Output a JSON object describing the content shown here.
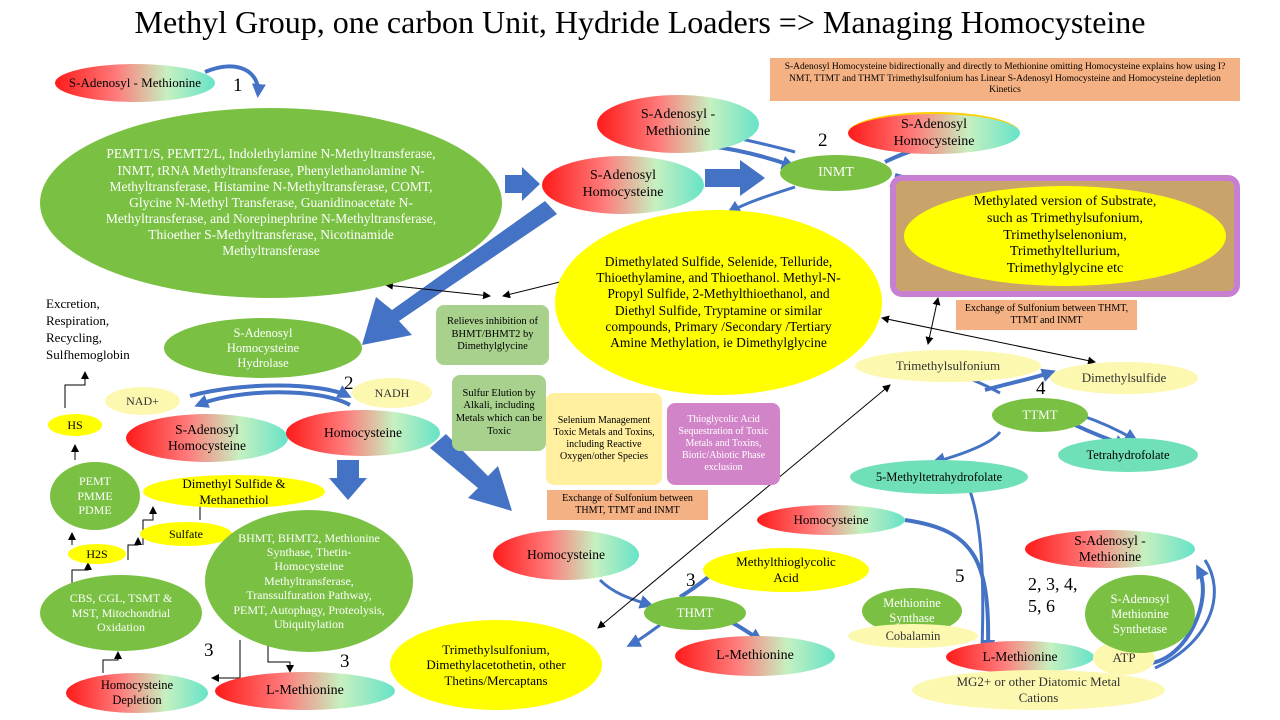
{
  "title": "Methyl Group, one carbon Unit, Hydride Loaders => Managing Homocysteine",
  "nodes": {
    "sam_top_left": "S-Adenosyl - Methionine",
    "enzymes_list": "PEMT1/S, PEMT2/L, Indolethylamine N-Methyltransferase, INMT, tRNA Methyltransferase, Phenylethanolamine N-Methyltransferase, Histamine N-Methyltransferase, COMT, Glycine N-Methyl Transferase, Guanidinoacetate N-Methyltransferase, and Norepinephrine N-Methyltransferase, Thioether S-Methyltransferase, Nicotinamide Methyltransferase",
    "sah_center": "S-Adenosyl Homocysteine",
    "sam_inmt": "S-Adenosyl - Methionine",
    "sah_inmt": "S-Adenosyl Homocysteine",
    "inmt": "INMT",
    "note_top_right": "S-Adenosyl Homocysteine bidirectionally  and directly to Methionine omitting Homocysteine explains how using I?NMT, TTMT and THMT Trimethylsulfonium has Linear S-Adenosyl Homocysteine and Homocysteine depletion Kinetics",
    "methylated_substrate": "Methylated version of Substrate, such as Trimethylsufonium, Trimethylselenonium, Trimethyltellurium, Trimethylglycine etc",
    "exchange_top": "Exchange of Sulfonium between THMT, TTMT and INMT",
    "dimethylated_sulfide": "Dimethylated Sulfide, Selenide, Telluride, Thioethylamine, and Thioethanol. Methyl-N-Propyl Sulfide, 2-Methylthioethanol, and Diethyl Sulfide, Tryptamine or similar compounds, Primary /Secondary /Tertiary Amine Methylation, ie Dimethylglycine",
    "relieves_inhibition": "Relieves inhibition of BHMT/BHMT2 by Dimethylglycine",
    "sulfur_elution": "Sulfur Elution by Alkali, including Metals which can be Toxic",
    "selenium_mgmt": "Selenium Management Toxic Metals and Toxins, including Reactive Oxygen/other Species",
    "thioglycolic": "Thioglycolic Acid Sequestration of Toxic Metals and Toxins, Biotic/Abiotic Phase exclusion",
    "exchange_mid": "Exchange of Sulfonium between THMT, TTMT and INMT",
    "excretion": "Excretion, Respiration, Recycling, Sulfhemoglobin",
    "sah_hydrolase": "S-Adenosyl Homocysteine Hydrolase",
    "nad": "NAD+",
    "nadh": "NADH",
    "sah_left": "S-Adenosyl Homocysteine",
    "homocysteine_left": "Homocysteine",
    "hs": "HS",
    "pemt_box": "PEMT PMME PDME",
    "dimethyl_sulfide": "Dimethyl Sulfide & Methanethiol",
    "h2s": "H2S",
    "sulfate": "Sulfate",
    "cbs": "CBS, CGL, TSMT & MST, Mitochondrial Oxidation",
    "bhmt": "BHMT, BHMT2, Methionine Synthase, Thetin-Homocysteine Methyltransferase, Transsulfuration Pathway, PEMT, Autophagy, Proteolysis, Ubiquitylation",
    "hcy_depletion": "Homocysteine Depletion",
    "l_methionine_bottom": "L-Methionine",
    "trimethylsulfonium_right": "Trimethylsulfonium",
    "dimethylsulfide_right": "Dimethylsulfide",
    "ttmt": "TTMT",
    "methyl_thf": "5-Methyltetrahydrofolate",
    "thf": "Tetrahydrofolate",
    "homocysteine_mid": "Homocysteine",
    "methylthioglycolic": "Methylthioglycolic Acid",
    "thmt": "THMT",
    "trimethylsulfonium_bottom": "Trimethylsulfonium, Dimethylacetothetin, other Thetins/Mercaptans",
    "l_methionine_mid": "L-Methionine",
    "homocysteine_right": "Homocysteine",
    "methionine_synthase": "Methionine Synthase",
    "cobalamin": "Cobalamin",
    "l_methionine_right": "L-Methionine",
    "atp": "ATP",
    "mg": "MG2+ or other Diatomic Metal Cations",
    "sam_right": "S-Adenosyl - Methionine",
    "sam_synthetase": "S-Adenosyl Methionine Synthetase"
  },
  "step_numbers": {
    "n1": "1",
    "n2_inmt": "2",
    "n2_left": "2",
    "n4": "4",
    "n3_thmt": "3",
    "n5": "5",
    "n3_a": "3",
    "n3_b": "3",
    "multi_a": "2, 3, 4,",
    "multi_b": "5, 6"
  },
  "colors": {
    "green": "#7ac143",
    "yellow": "#ffff00",
    "arrow_blue": "#4472c4",
    "peach": "#f4b183",
    "pink_box": "#d284c8",
    "substrate_box": "#c9a36a",
    "substrate_border": "#c97fd1"
  }
}
